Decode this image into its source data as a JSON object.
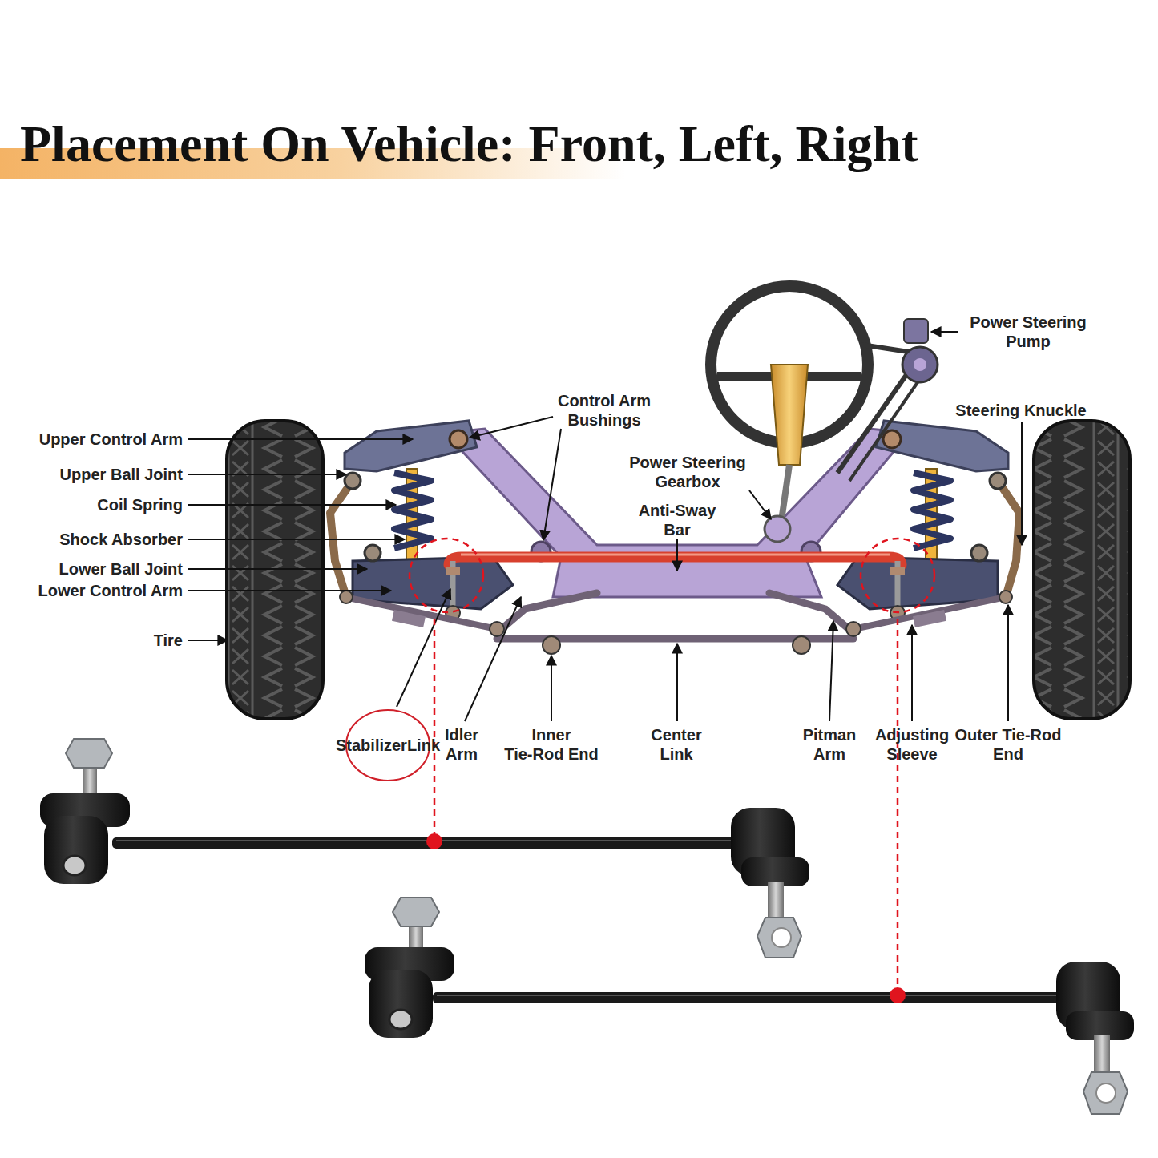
{
  "diagram": {
    "title": "Placement On Vehicle: Front, Left, Right",
    "nodes": [
      {
        "text": [
          "Stabilizer Link"
        ]
      }
    ],
    "labels": [
      "Power Steering Pump",
      "Control Arm Bushings",
      "Steering Knuckle",
      "Upper Control Arm",
      "Upper Ball Joint",
      "Power Steering Gearbox",
      "Coil Spring",
      "Anti-Sway Bar",
      "Shock Absorber",
      "Lower Ball Joint",
      "Lower Control Arm",
      "Tire",
      "Idler Arm",
      "Inner Tie-Rod End",
      "Center Link",
      "Pitman Arm",
      "Adjusting Sleeve",
      "Outer Tie-Rod End"
    ]
  }
}
